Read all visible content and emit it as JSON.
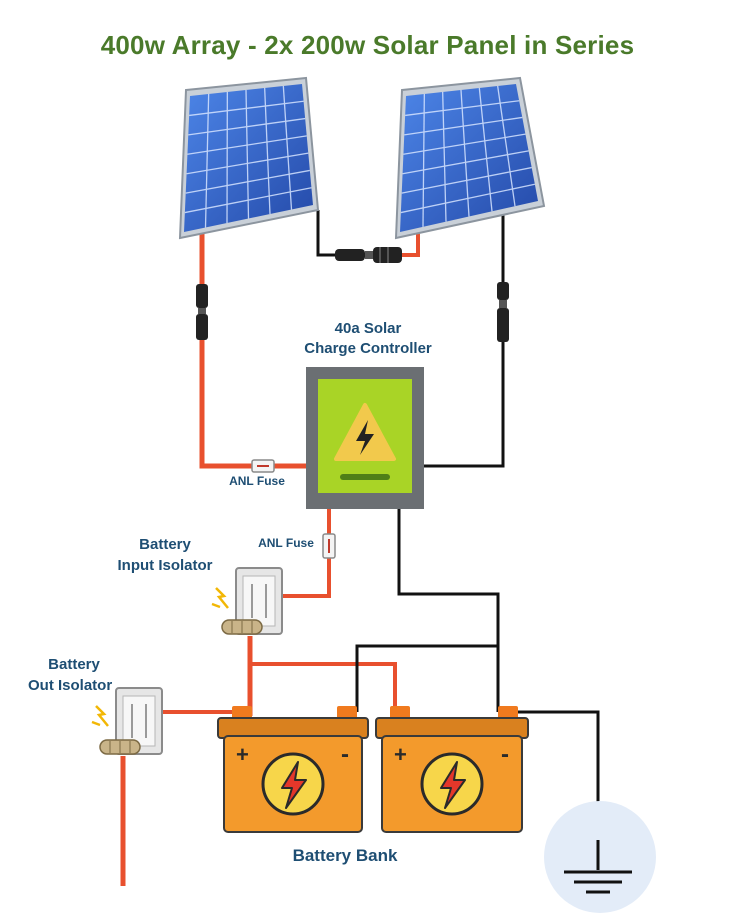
{
  "title": "400w Array - 2x 200w Solar Panel in Series",
  "labels": {
    "charge_controller_line1": "40a Solar",
    "charge_controller_line2": "Charge Controller",
    "anl_fuse_1": "ANL Fuse",
    "anl_fuse_2": "ANL Fuse",
    "battery_input_isolator_line1": "Battery",
    "battery_input_isolator_line2": "Input Isolator",
    "battery_out_isolator_line1": "Battery",
    "battery_out_isolator_line2": "Out Isolator",
    "battery_bank": "Battery Bank"
  },
  "battery_terminal_plus": "+",
  "battery_terminal_minus": "-",
  "colors": {
    "title": "#4a7a2a",
    "label": "#1e4e73",
    "wire_positive": "#e8502e",
    "wire_negative": "#111111",
    "panel_cell": "#2f5fc4",
    "controller_body": "#a9d426",
    "controller_frame": "#6b6f73",
    "battery_body": "#f39a2c",
    "battery_terminal": "#f07a1e",
    "warning_yellow": "#f2c94c",
    "ground_circle": "#e3ecf8"
  },
  "icons": [
    "solar-panel-icon",
    "mc4-connector-icon",
    "charge-controller-icon",
    "warning-triangle-icon",
    "fuse-icon",
    "isolator-switch-icon",
    "spark-icon",
    "battery-icon",
    "lightning-bolt-icon",
    "ground-symbol-icon"
  ]
}
